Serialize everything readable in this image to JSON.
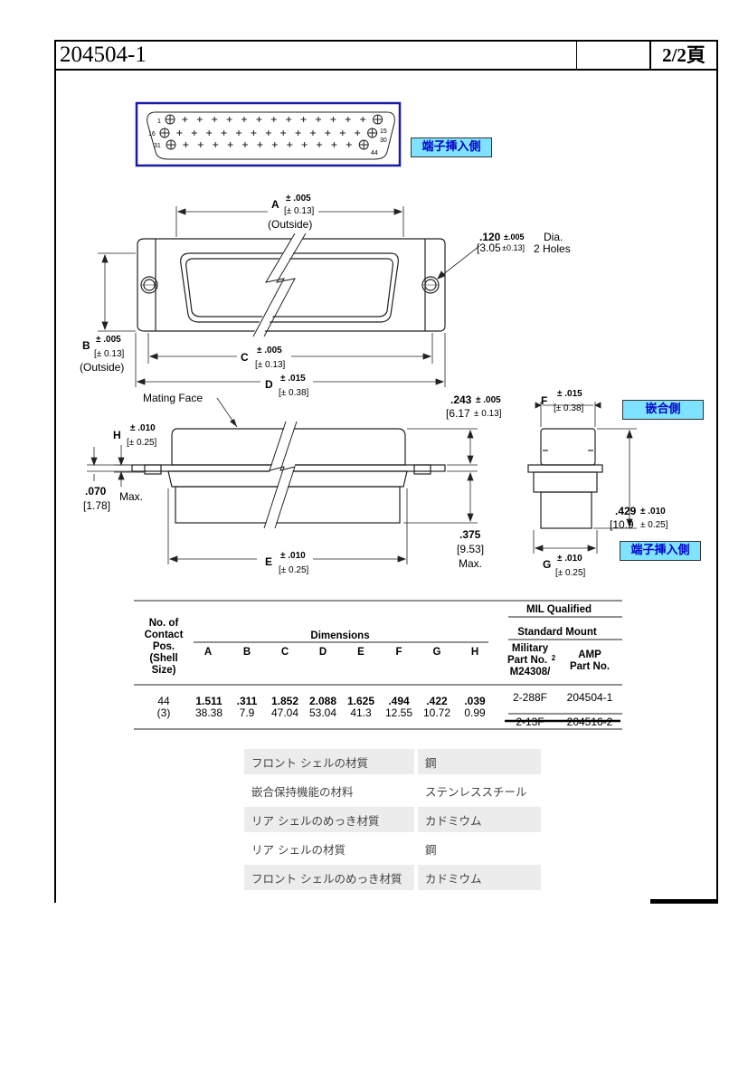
{
  "header": {
    "title": "204504-1",
    "page": "2/2頁"
  },
  "tags": {
    "contact_insert_top": "端子挿入側",
    "mating_side": "嵌合側",
    "contact_insert_bottom": "端子挿入側"
  },
  "pin_labels": {
    "p1": "1",
    "p16": "16",
    "p31": "31",
    "p15": "15",
    "p30": "30",
    "p44": "44"
  },
  "drawing": {
    "a_label": "A",
    "a_tol": "± .005",
    "a_tol_mm": "[± 0.13]",
    "a_note": "(Outside)",
    "hole_dim": ".120",
    "hole_tol": "±.005",
    "hole_mm": "[3.05",
    "hole_mm_tol": "±0.13]",
    "hole_dia": "Dia.",
    "hole_count": "2 Holes",
    "b_label": "B",
    "b_tol": "± .005",
    "b_tol_mm": "[± 0.13]",
    "b_note": "(Outside)",
    "c_label": "C",
    "c_tol": "± .005",
    "c_tol_mm": "[± 0.13]",
    "d_label": "D",
    "d_tol": "± .015",
    "d_tol_mm": "[± 0.38]",
    "mating_face": "Mating Face",
    "dim243": ".243",
    "dim243_tol": "± .005",
    "dim243_mm": "[6.17",
    "dim243_mm_tol": "± 0.13]",
    "h_label": "H",
    "h_tol": "± .010",
    "h_tol_mm": "[± 0.25]",
    "dim070": ".070",
    "dim070_mm": "[1.78]",
    "dim070_max": "Max.",
    "dim375": ".375",
    "dim375_mm": "[9.53]",
    "dim375_max": "Max.",
    "e_label": "E",
    "e_tol": "± .010",
    "e_tol_mm": "[± 0.25]",
    "f_label": "F",
    "f_tol": "± .015",
    "f_tol_mm": "[± 0.38]",
    "dim429": ".429",
    "dim429_tol": "± .010",
    "dim429_mm": "[10.9",
    "dim429_mm_tol": "± 0.25]",
    "g_label": "G",
    "g_tol": "± .010",
    "g_tol_mm": "[± 0.25]"
  },
  "dimensions_table": {
    "col_contacts": [
      "No. of",
      "Contact",
      "Pos.",
      "(Shell",
      "Size)"
    ],
    "dimensions_header": "Dimensions",
    "letters": [
      "A",
      "B",
      "C",
      "D",
      "E",
      "F",
      "G",
      "H"
    ],
    "mil_header": "MIL Qualified",
    "standard_mount": "Standard Mount",
    "military_part": [
      "Military",
      "Part No.",
      "M24308/"
    ],
    "military_sup": "2",
    "amp_part": [
      "AMP",
      "Part No."
    ],
    "row": {
      "positions": "44",
      "shell": "(3)",
      "inch": [
        ".1.511",
        ".311",
        "1.852",
        "2.088",
        "1.625",
        ".494",
        ".422",
        ".039"
      ],
      "mm": [
        "38.38",
        "7.9",
        "47.04",
        "53.04",
        "41.3",
        "12.55",
        "10.72",
        "0.99"
      ],
      "military": "2-288F",
      "amp": "204504-1",
      "military_struck": "2-13F",
      "amp_struck": "204516-2"
    }
  },
  "specs": [
    {
      "label": "フロント シェルの材質",
      "value": "鋼"
    },
    {
      "label": "嵌合保持機能の材料",
      "value": "ステンレススチール"
    },
    {
      "label": "リア シェルのめっき材質",
      "value": "カドミウム"
    },
    {
      "label": "リア シェルの材質",
      "value": "鋼"
    },
    {
      "label": "フロント シェルのめっき材質",
      "value": "カドミウム"
    }
  ]
}
